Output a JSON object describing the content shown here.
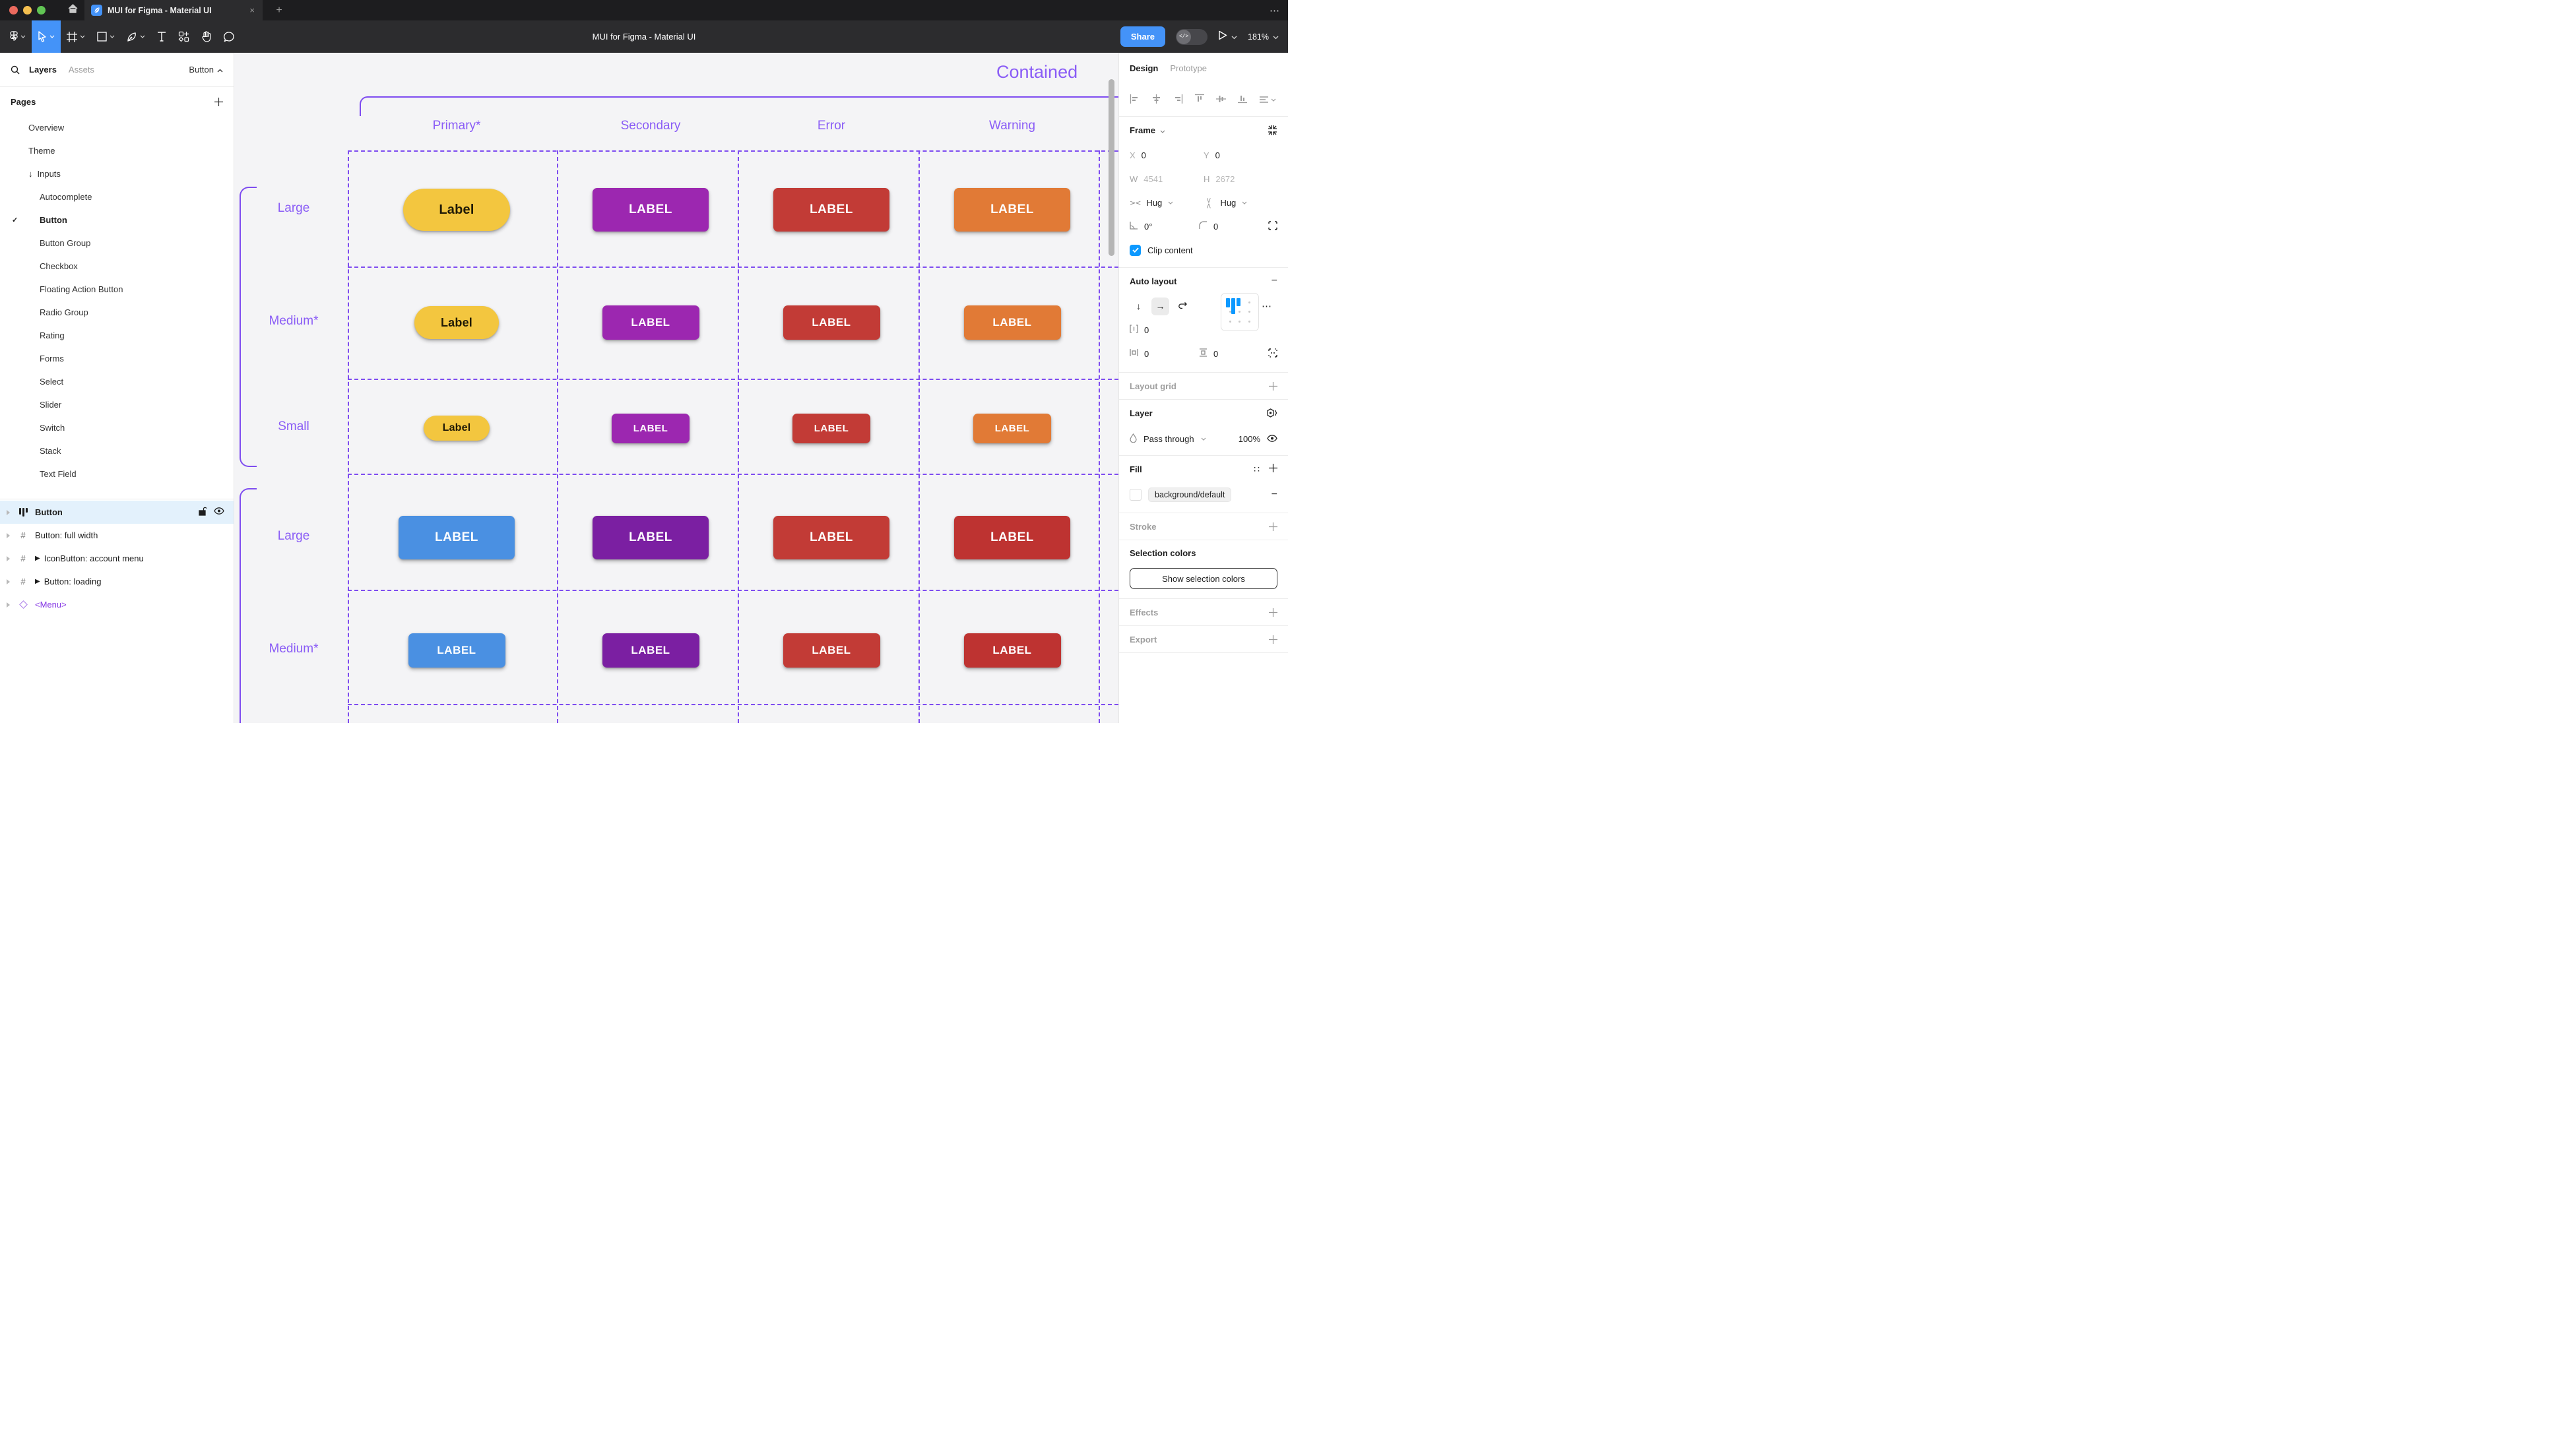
{
  "icons": {
    "close": "×",
    "plus": "+",
    "minus": "−",
    "ellipsis": "⋯",
    "check": "✓",
    "arrow_down": "↓",
    "arrow_right": "→",
    "play": "▶",
    "hash": "#",
    "dots4": "∷",
    "more": "⋯",
    "degree_icon": "∟"
  },
  "colors": {
    "accent_blue": "#4493F8",
    "checkbox_blue": "#0D99FF",
    "canvas_purple": "#8A5CF6",
    "traffic_red": "#EC6A5E",
    "traffic_yellow": "#F4BF4F",
    "traffic_green": "#61C554"
  },
  "chrome": {
    "tab_title": "MUI for Figma - Material UI"
  },
  "toolbar": {
    "doc_title": "MUI for Figma - Material UI",
    "share": "Share",
    "zoom": "181%"
  },
  "sidebar": {
    "layers_tab": "Layers",
    "assets_tab": "Assets",
    "jump_label": "Button",
    "pages_title": "Pages",
    "pages": [
      {
        "label": "Overview"
      },
      {
        "label": "Theme"
      },
      {
        "label": "Inputs",
        "prefix": "↓"
      },
      {
        "label": "Autocomplete",
        "indent": 1
      },
      {
        "label": "Button",
        "indent": 1,
        "checked": true,
        "bold": true
      },
      {
        "label": "Button Group",
        "indent": 1
      },
      {
        "label": "Checkbox",
        "indent": 1
      },
      {
        "label": "Floating Action Button",
        "indent": 1
      },
      {
        "label": "Radio Group",
        "indent": 1
      },
      {
        "label": "Rating",
        "indent": 1
      },
      {
        "label": "Forms",
        "indent": 1
      },
      {
        "label": "Select",
        "indent": 1
      },
      {
        "label": "Slider",
        "indent": 1
      },
      {
        "label": "Switch",
        "indent": 1
      },
      {
        "label": "Stack",
        "indent": 1
      },
      {
        "label": "Text Field",
        "indent": 1
      }
    ],
    "layers": [
      {
        "label": "Button",
        "icon": "autolayout",
        "selected": true
      },
      {
        "label": "Button: full width",
        "icon": "frame"
      },
      {
        "label": "IconButton: account menu",
        "icon": "frame",
        "play": true
      },
      {
        "label": "Button: loading",
        "icon": "frame",
        "play": true
      },
      {
        "label": "<Menu>",
        "icon": "instance",
        "purple": true
      }
    ]
  },
  "canvas": {
    "frame_title": "Contained",
    "columns": [
      "Primary*",
      "Secondary",
      "Error",
      "Warning"
    ],
    "rows": [
      {
        "label": "Large",
        "size": "large",
        "cells": [
          {
            "text": "Label",
            "variant": "pill",
            "bg": "#F3C63F",
            "fg": "#201A06"
          },
          {
            "text": "LABEL",
            "bg": "#9C27B0",
            "fg": "#FFFFFF"
          },
          {
            "text": "LABEL",
            "bg": "#C23B36",
            "fg": "#FFFFFF"
          },
          {
            "text": "LABEL",
            "bg": "#E17A36",
            "fg": "#FFFFFF"
          }
        ]
      },
      {
        "label": "Medium*",
        "size": "medium",
        "cells": [
          {
            "text": "Label",
            "variant": "pill",
            "bg": "#F3C63F",
            "fg": "#201A06"
          },
          {
            "text": "LABEL",
            "bg": "#9C27B0",
            "fg": "#FFFFFF"
          },
          {
            "text": "LABEL",
            "bg": "#C23B36",
            "fg": "#FFFFFF"
          },
          {
            "text": "LABEL",
            "bg": "#E17A36",
            "fg": "#FFFFFF"
          }
        ]
      },
      {
        "label": "Small",
        "size": "small",
        "cells": [
          {
            "text": "Label",
            "variant": "pill",
            "bg": "#F3C63F",
            "fg": "#201A06"
          },
          {
            "text": "LABEL",
            "bg": "#9C27B0",
            "fg": "#FFFFFF"
          },
          {
            "text": "LABEL",
            "bg": "#C23B36",
            "fg": "#FFFFFF"
          },
          {
            "text": "LABEL",
            "bg": "#E17A36",
            "fg": "#FFFFFF"
          }
        ]
      },
      {
        "label": "Large",
        "size": "large",
        "cells": [
          {
            "text": "LABEL",
            "bg": "#4A90E2",
            "fg": "#FFFFFF"
          },
          {
            "text": "LABEL",
            "bg": "#7B1FA2",
            "fg": "#FFFFFF"
          },
          {
            "text": "LABEL",
            "bg": "#C23B36",
            "fg": "#FFFFFF"
          },
          {
            "text": "LABEL",
            "bg": "#BE3331",
            "fg": "#FFFFFF"
          }
        ]
      },
      {
        "label": "Medium*",
        "size": "medium",
        "cells": [
          {
            "text": "LABEL",
            "bg": "#4A90E2",
            "fg": "#FFFFFF"
          },
          {
            "text": "LABEL",
            "bg": "#7B1FA2",
            "fg": "#FFFFFF"
          },
          {
            "text": "LABEL",
            "bg": "#C23B36",
            "fg": "#FFFFFF"
          },
          {
            "text": "LABEL",
            "bg": "#BE3331",
            "fg": "#FFFFFF"
          }
        ]
      }
    ]
  },
  "panel": {
    "design_tab": "Design",
    "prototype_tab": "Prototype",
    "frame": {
      "title": "Frame",
      "x_label": "X",
      "x_value": "0",
      "y_label": "Y",
      "y_value": "0",
      "w_label": "W",
      "w_value": "4541",
      "h_label": "H",
      "h_value": "2672",
      "hug_h": "Hug",
      "hug_v": "Hug",
      "rotation": "0°",
      "radius": "0",
      "clip_label": "Clip content"
    },
    "auto_layout": {
      "title": "Auto layout",
      "gap": "0",
      "pad_h": "0",
      "pad_v": "0"
    },
    "layout_grid": {
      "title": "Layout grid"
    },
    "layer": {
      "title": "Layer",
      "blend": "Pass through",
      "opacity": "100%"
    },
    "fill": {
      "title": "Fill",
      "token": "background/default"
    },
    "stroke": {
      "title": "Stroke"
    },
    "selection": {
      "title": "Selection colors",
      "button": "Show selection colors"
    },
    "effects": {
      "title": "Effects"
    },
    "export": {
      "title": "Export"
    }
  }
}
